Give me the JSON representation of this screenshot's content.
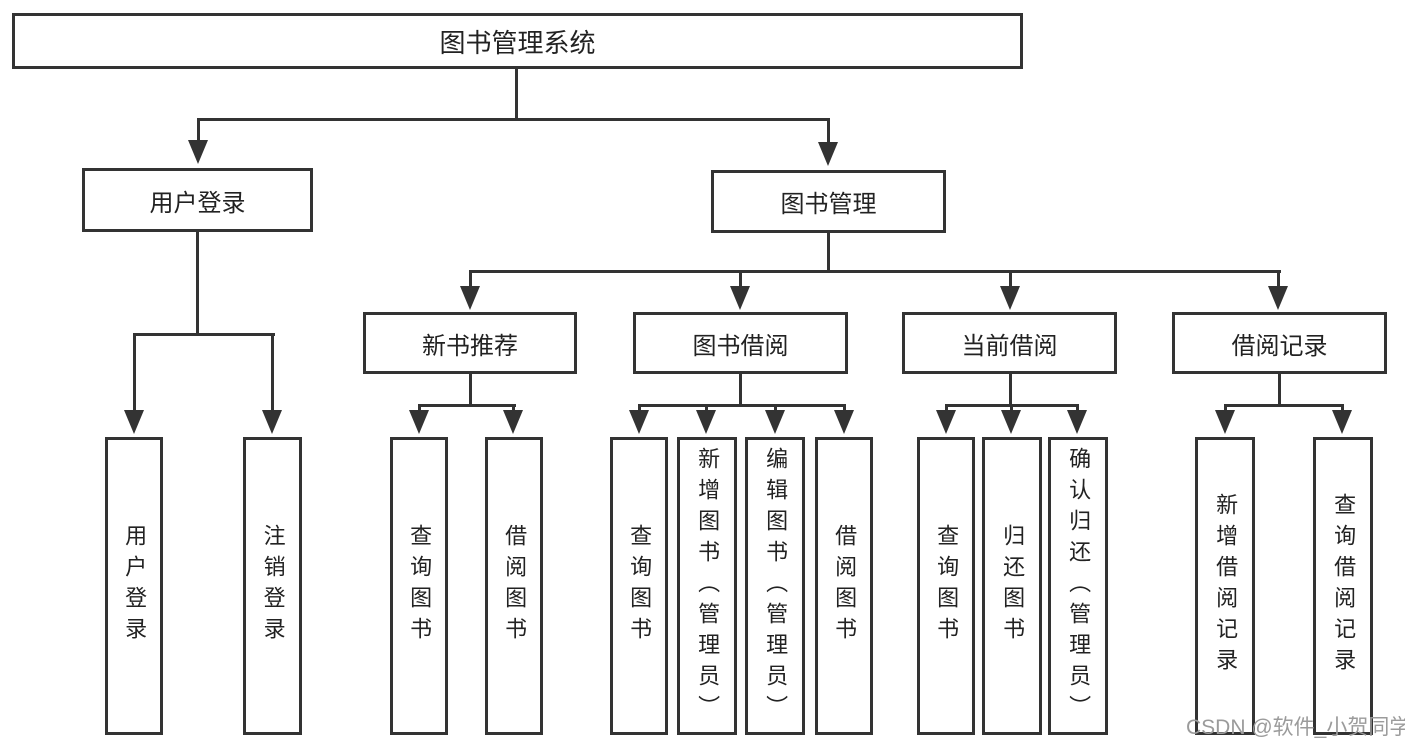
{
  "colors": {
    "line": "#333333",
    "text": "#222222",
    "wm": "#9b9b9b",
    "bg": "#ffffff"
  },
  "watermark": {
    "text": "CSDN @软件_小贺同学"
  },
  "tree": {
    "root": {
      "label": "图书管理系统",
      "children": [
        {
          "label": "用户登录",
          "children": [
            {
              "label": "用户登录"
            },
            {
              "label": "注销登录"
            }
          ]
        },
        {
          "label": "图书管理",
          "children": [
            {
              "label": "新书推荐",
              "children": [
                {
                  "label": "查询图书"
                },
                {
                  "label": "借阅图书"
                }
              ]
            },
            {
              "label": "图书借阅",
              "children": [
                {
                  "label": "查询图书"
                },
                {
                  "label": "新增图书（管理员）"
                },
                {
                  "label": "编辑图书（管理员）"
                },
                {
                  "label": "借阅图书"
                }
              ]
            },
            {
              "label": "当前借阅",
              "children": [
                {
                  "label": "查询图书"
                },
                {
                  "label": "归还图书"
                },
                {
                  "label": "确认归还（管理员）"
                }
              ]
            },
            {
              "label": "借阅记录",
              "children": [
                {
                  "label": "新增借阅记录"
                },
                {
                  "label": "查询借阅记录"
                }
              ]
            }
          ]
        }
      ]
    }
  }
}
